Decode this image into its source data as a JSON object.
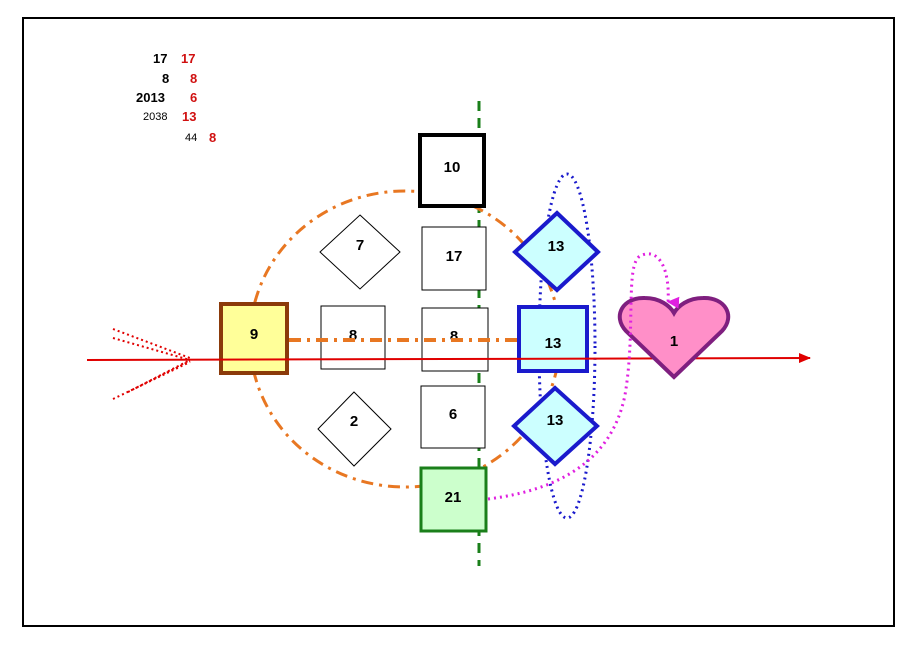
{
  "legend": {
    "rows": [
      {
        "left": "17",
        "right": "17"
      },
      {
        "left": "8",
        "right": "8"
      },
      {
        "left": "2013",
        "right": "6"
      },
      {
        "left": "2038",
        "right": "13"
      },
      {
        "left": "44",
        "right": "8"
      }
    ]
  },
  "shapes": {
    "yellow_square": "9",
    "brown_dash_square": "8",
    "black_square_top": "10",
    "diamond_upper": "7",
    "diamond_lower": "2",
    "square_17": "17",
    "square_center": "8",
    "square_6": "6",
    "green_square": "21",
    "blue_diamond_top": "13",
    "blue_square": "13",
    "blue_diamond_bottom": "13",
    "heart": "1"
  },
  "colors": {
    "arrow": "#e00000",
    "orange_dash": "#e87722",
    "green_dash": "#1a7f1a",
    "blue_dotted": "#1a1acc",
    "magenta_dotted": "#e020e0",
    "legend_red": "#d01010",
    "heart_fill": "#ff8fc8",
    "heart_stroke": "#7f1f7f",
    "yellow_fill": "#ffff99",
    "yellow_stroke": "#8b3a0a",
    "cyan_fill": "#ccffff",
    "blue_stroke": "#1a1acc",
    "green_fill": "#ccffcc",
    "green_stroke": "#1a7f1a"
  }
}
